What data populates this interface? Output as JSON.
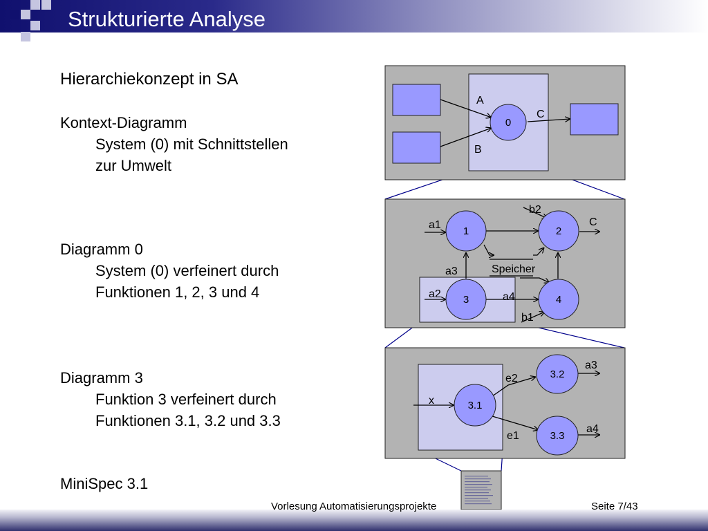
{
  "slide": {
    "title": "Strukturierte Analyse",
    "heading": "Hierarchiekonzept in SA",
    "sections": [
      {
        "title": "Kontext-Diagramm",
        "lines": [
          "System (0) mit Schnittstellen",
          "zur Umwelt"
        ]
      },
      {
        "title": "Diagramm 0",
        "lines": [
          "System (0) verfeinert durch",
          "Funktionen 1, 2, 3 und 4"
        ]
      },
      {
        "title": "Diagramm 3",
        "lines": [
          "Funktion 3 verfeinert durch",
          "Funktionen 3.1, 3.2 und 3.3"
        ]
      },
      {
        "title": "MiniSpec 3.1",
        "lines": []
      }
    ]
  },
  "diagram": {
    "context": {
      "node": "0",
      "labels": {
        "in_a": "A",
        "in_b": "B",
        "out_c": "C"
      }
    },
    "level0": {
      "nodes": [
        "1",
        "2",
        "3",
        "4"
      ],
      "labels": {
        "a1": "a1",
        "a2": "a2",
        "a3": "a3",
        "a4": "a4",
        "b1": "b1",
        "b2": "b2",
        "c": "C",
        "store": "Speicher"
      }
    },
    "level3": {
      "nodes": [
        "3.1",
        "3.2",
        "3.3"
      ],
      "labels": {
        "x": "x",
        "e1": "e1",
        "e2": "e2",
        "a3": "a3",
        "a4": "a4"
      }
    }
  },
  "footer": {
    "lecture": "Vorlesung Automatisierungsprojekte",
    "page": "Seite 7/43"
  },
  "colors": {
    "panel": "#b3b3b3",
    "box": "#ccccee",
    "node": "#9999ff",
    "title_bar": "#10106e",
    "zoom_line": "#00008b"
  }
}
